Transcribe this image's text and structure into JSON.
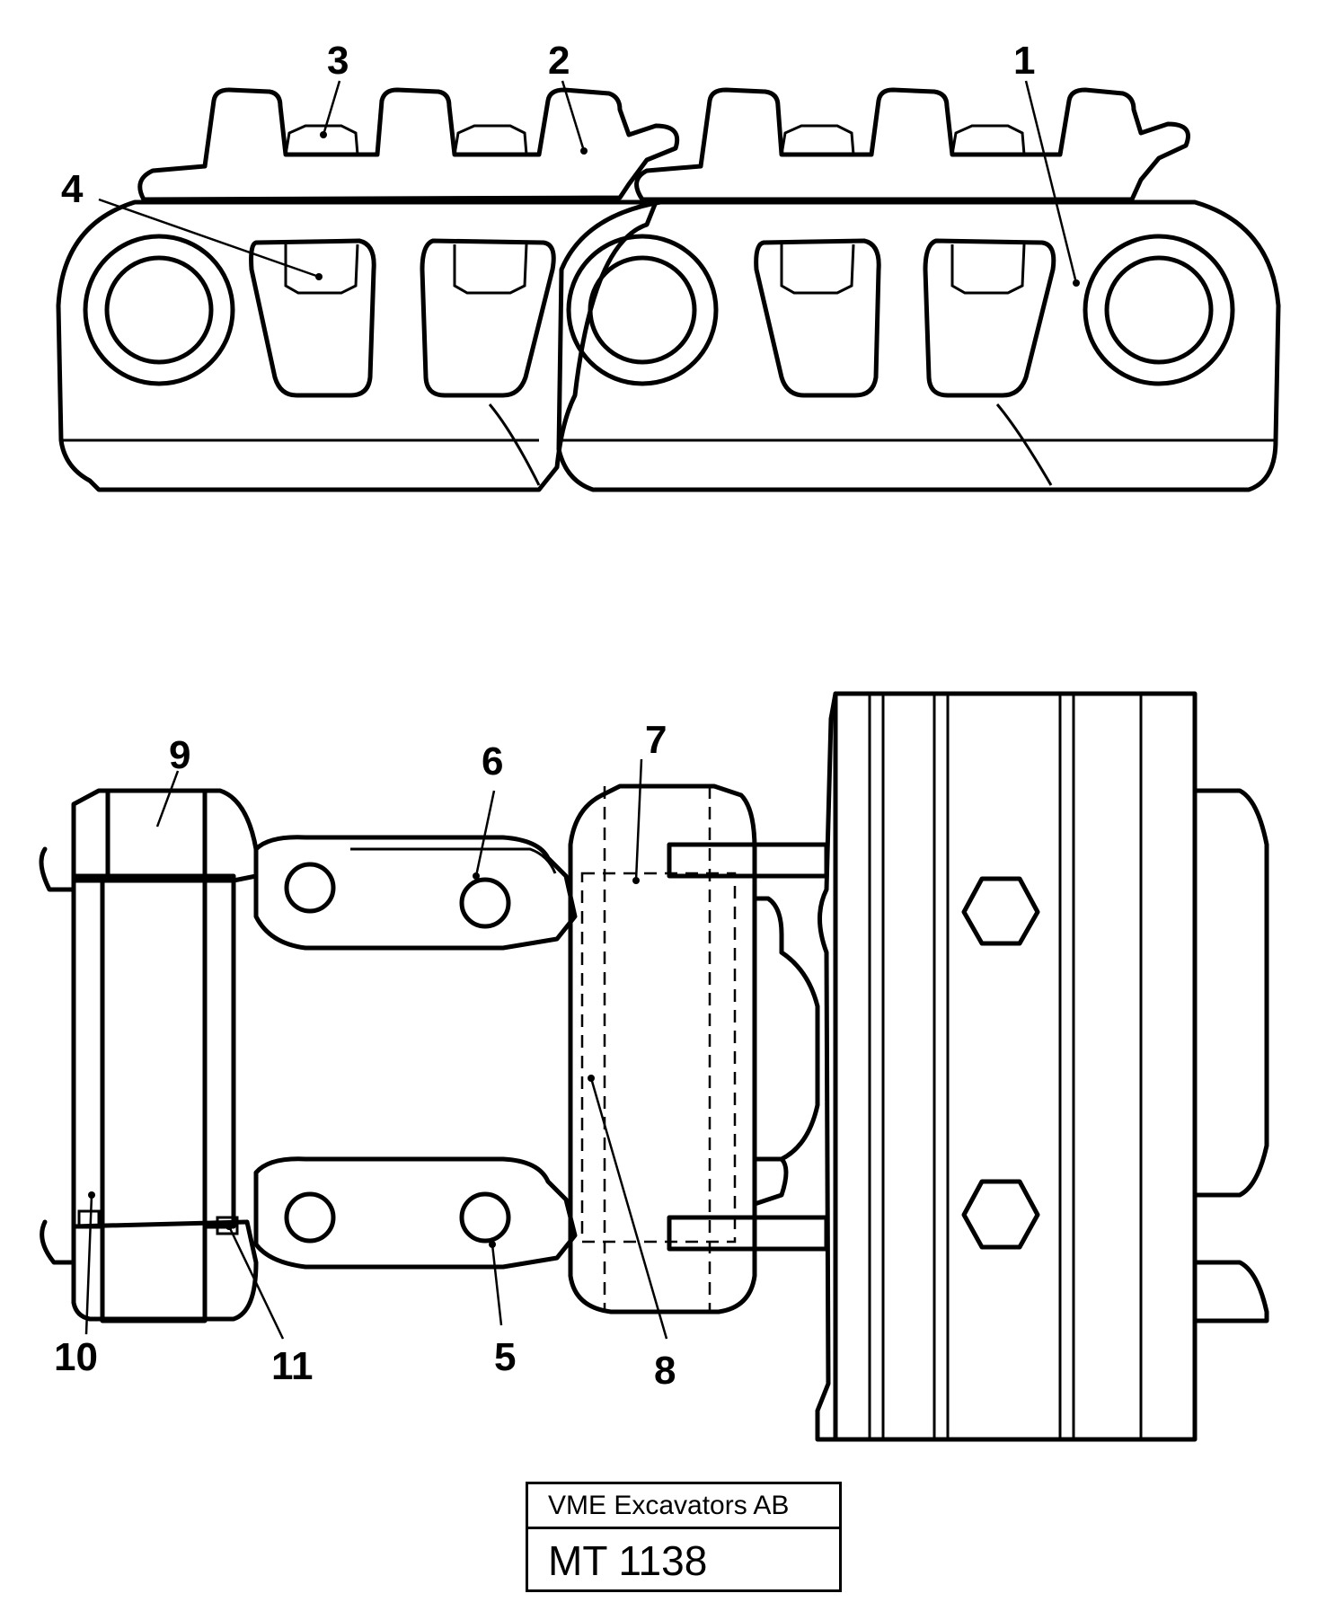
{
  "callouts": {
    "c1": "1",
    "c2": "2",
    "c3": "3",
    "c4": "4",
    "c5": "5",
    "c6": "6",
    "c7": "7",
    "c8": "8",
    "c9": "9",
    "c10": "10",
    "c11": "11"
  },
  "title_block": {
    "company": "VME Excavators AB",
    "drawing_number": "MT 1138"
  }
}
